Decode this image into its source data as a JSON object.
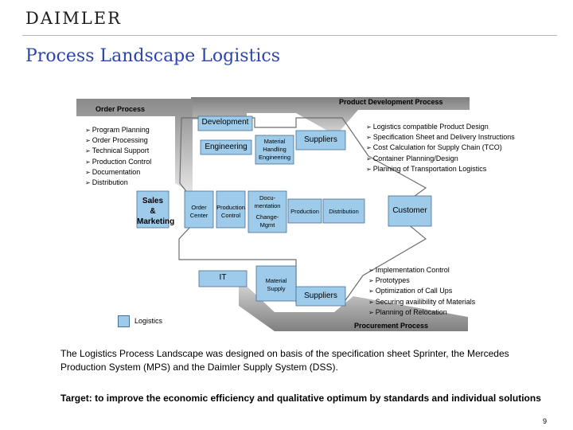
{
  "header": {
    "logo": "DAIMLER",
    "title": "Process Landscape Logistics"
  },
  "colors": {
    "title": "#2a46a8",
    "band": "#8c8c8c",
    "box_fill": "#9ecbea",
    "box_stroke": "#4a6f96"
  },
  "bands": {
    "order": "Order Process",
    "development": "Product Development Process",
    "procurement": "Procurement Process"
  },
  "order_bullets": [
    "Program Planning",
    "Order Processing",
    "Technical Support",
    "Production Control",
    "Documentation",
    "Distribution"
  ],
  "dev_bullets": [
    "Logistics compatible Product Design",
    "Specification Sheet and Delivery Instructions",
    "Cost Calculation for Supply Chain (TCO)",
    "Container Planning/Design",
    "Planning of Transportation Logistics"
  ],
  "proc_bullets": [
    "Implementation Control",
    "Prototypes",
    "Optimization of Call Ups",
    "Securing availibility of Materials",
    "Planning of Relocation"
  ],
  "nodes": {
    "development": "Development",
    "engineering": "Engineering",
    "mhe": [
      "Material",
      "Handling",
      "Engineering"
    ],
    "suppliers_top": "Suppliers",
    "sales": [
      "Sales",
      "&",
      "Marketing"
    ],
    "order_center": [
      "Order",
      "Center"
    ],
    "production_control": [
      "Production",
      "Control"
    ],
    "documentation": [
      "Docu-",
      "mentation"
    ],
    "change_mgmt": [
      "Change-",
      "Mgmt"
    ],
    "production": "Production",
    "distribution": "Distribution",
    "customer": "Customer",
    "it": "IT",
    "material_supply": [
      "Material",
      "Supply"
    ],
    "suppliers_bottom": "Suppliers"
  },
  "legend": {
    "label": "Logistics"
  },
  "footer": {
    "paragraph": "The Logistics Process Landscape was designed on basis of the specification sheet Sprinter, the Mercedes Production System (MPS) and the Daimler Supply System (DSS).",
    "target": "Target: to improve the economic efficiency and qualitative optimum by standards and individual solutions",
    "page_number": "9"
  }
}
